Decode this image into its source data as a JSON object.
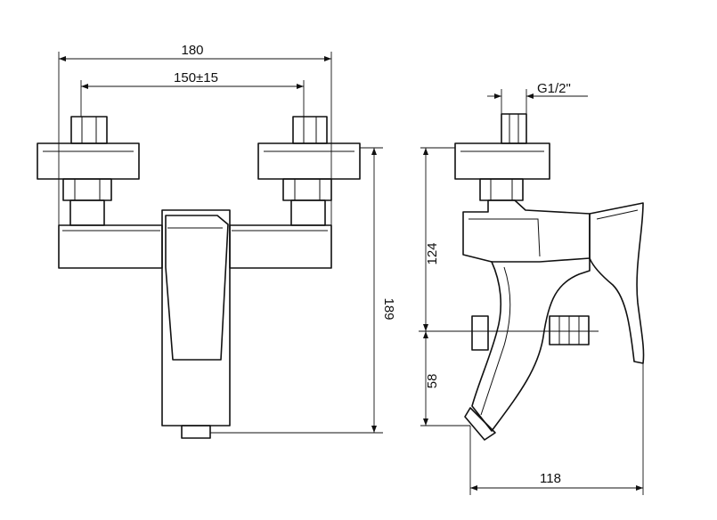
{
  "dimensions": {
    "width_total": "180",
    "connection_spacing": "150±15",
    "thread": "G1/2\"",
    "height_total": "189",
    "height_upper": "124",
    "height_lower": "58",
    "depth": "118"
  },
  "colors": {
    "line": "#111111",
    "background": "#ffffff"
  }
}
